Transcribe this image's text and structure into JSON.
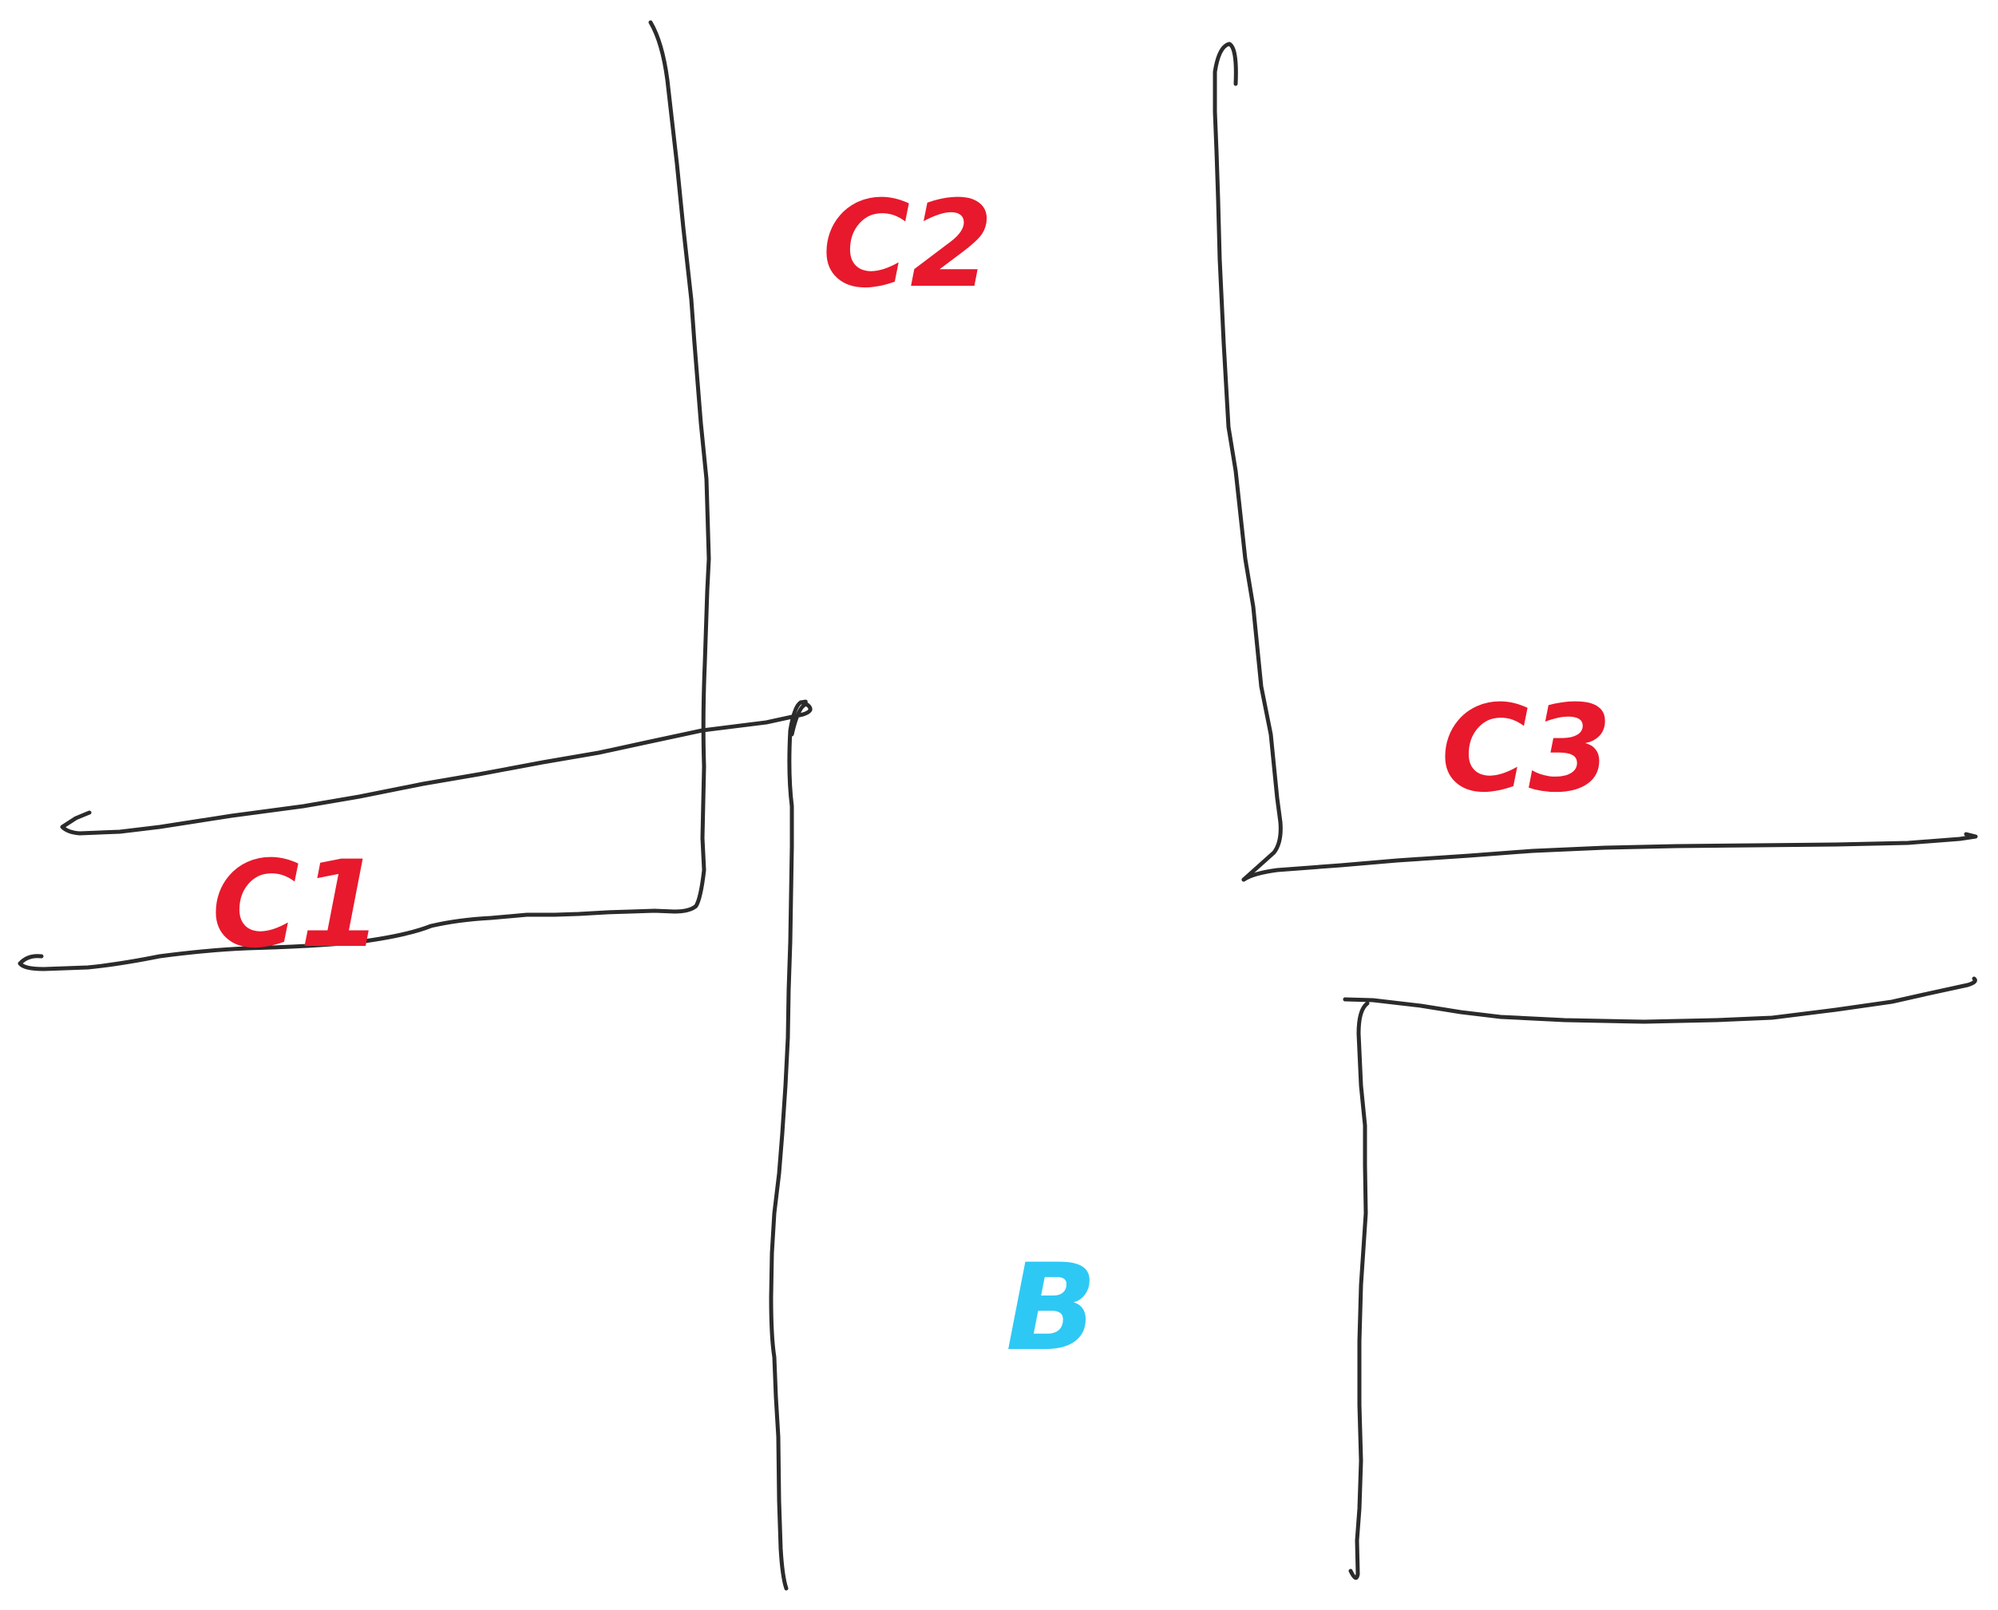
{
  "diagram": {
    "labels": {
      "c1": "C1",
      "c2": "C2",
      "c3": "C3",
      "b": "B"
    },
    "colors": {
      "ink": "#2b2b2b",
      "entry_label": "#e8192c",
      "center_label": "#2ec8f5",
      "background": "#ffffff"
    }
  }
}
